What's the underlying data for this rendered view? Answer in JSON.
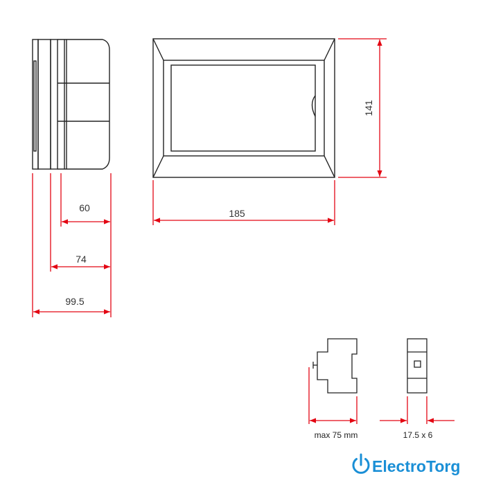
{
  "dimensions": {
    "depth_total": "99.5",
    "depth_mid": "74",
    "depth_body": "60",
    "width": "185",
    "height": "141"
  },
  "breaker_captions": {
    "max_depth": "max 75 mm",
    "module_size": "17.5 x 6"
  },
  "brand": {
    "name": "ElectroTorg",
    "logo_icon": "power-icon"
  },
  "colors": {
    "dimension_line": "#e30613",
    "outline": "#222222",
    "brand_blue": "#1a8fd6"
  }
}
